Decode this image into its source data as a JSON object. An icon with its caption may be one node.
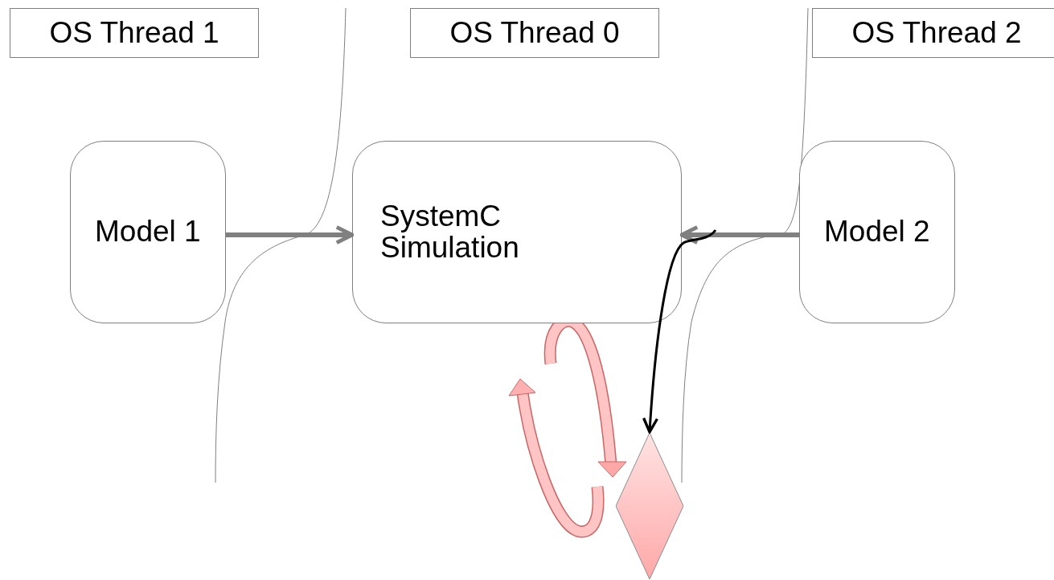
{
  "diagram": {
    "nodes": [
      {
        "text": [
          "OS Thread 1"
        ]
      },
      {
        "text": [
          "OS Thread 0"
        ]
      },
      {
        "text": [
          "OS Thread 2"
        ]
      },
      {
        "text": [
          "Model 1"
        ]
      },
      {
        "text": [
          "SystemC Simulation"
        ]
      },
      {
        "text": [
          "Model 2"
        ]
      },
      {
        "text": [],
        "shape": "diamond"
      }
    ],
    "edges": [
      {
        "from": 3,
        "to": 4,
        "arrow": "to"
      },
      {
        "from": 5,
        "to": 4,
        "arrow": "to"
      },
      {
        "from": null,
        "to": 6,
        "arrow": "to",
        "color": "#000000"
      }
    ]
  }
}
